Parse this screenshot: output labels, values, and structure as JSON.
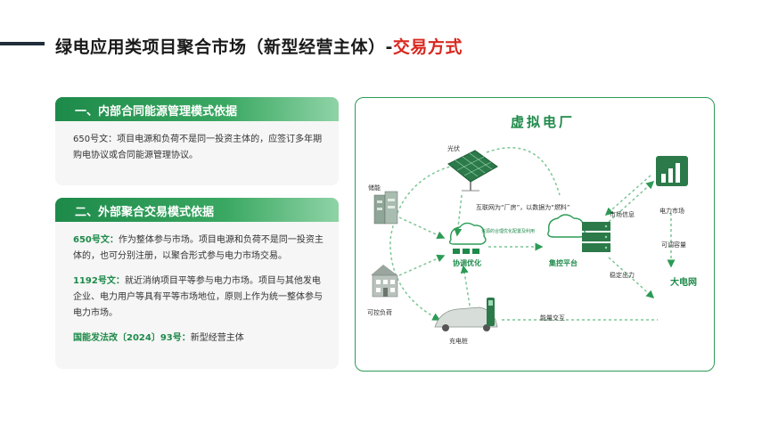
{
  "header": {
    "title_main": "绿电应用类项目聚合市场（新型经营主体）-",
    "title_accent": "交易方式"
  },
  "card1": {
    "heading": "一、内部合同能源管理模式依据",
    "body": "650号文：项目电源和负荷不是同一投资主体的，应签订多年期购电协议或合同能源管理协议。"
  },
  "card2": {
    "heading": "二、外部聚合交易模式依据",
    "p1_label": "650号文：",
    "p1_text": "作为整体参与市场。项目电源和负荷不是同一投资主体的，也可分别注册，以聚合形式参与电力市场交易。",
    "p2_label": "1192号文：",
    "p2_text": "就近消纳项目平等参与电力市场。项目与其他发电企业、电力用户等具有平等市场地位，原则上作为统一整体参与电力市场。",
    "p3_label": "国能发法改〔2024〕93号：",
    "p3_text": "新型经营主体"
  },
  "vpp": {
    "title": "虚拟电厂",
    "pv": "光伏",
    "storage": "储能",
    "load": "可控负荷",
    "charger": "充电桩",
    "coord": "协调优化",
    "platform": "集控平台",
    "market": "电力市场",
    "grid": "大电网",
    "internet": "互联网为“厂房”，以数据为“燃料”",
    "resource": "资源的合理优化配置及利用",
    "market_info": "市场信息",
    "adjust_cap": "可调容量",
    "stable_out": "稳定出力",
    "energy_ex": "能量交互"
  },
  "colors": {
    "brand_green": "#1e8a4a",
    "accent_red": "#d8281f"
  }
}
